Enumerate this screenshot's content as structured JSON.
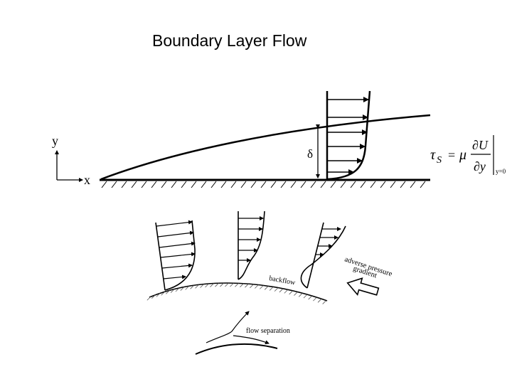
{
  "slide": {
    "title": "Boundary Layer Flow"
  },
  "top_diagram": {
    "axis_y_label": "y",
    "axis_x_label": "x",
    "thickness_label": "δ",
    "equation": {
      "lhs": "τ",
      "lhs_subscript": "S",
      "equals": "=",
      "mu": "μ",
      "numerator": "∂U",
      "denominator": "∂y",
      "evaluation": "y=0"
    }
  },
  "bottom_diagram": {
    "backflow_label": "backflow",
    "adverse_line1": "adverse pressure",
    "adverse_line2": "gradient",
    "separation_label": "flow separation"
  }
}
